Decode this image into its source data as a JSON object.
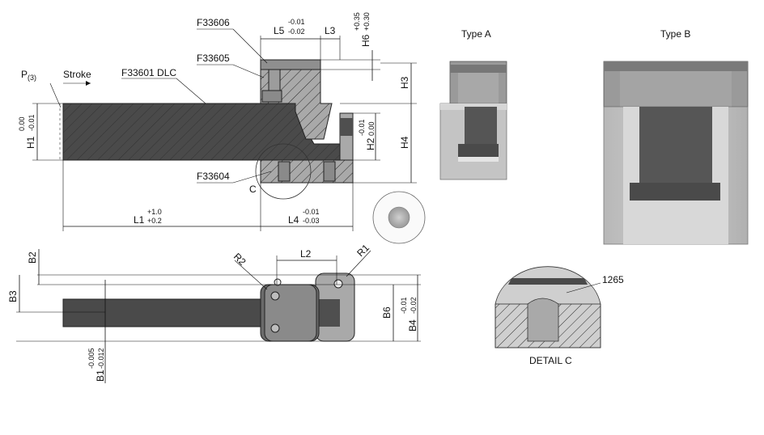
{
  "labels": {
    "part_f33606": "F33606",
    "part_f33605": "F33605",
    "part_f33601": "F33601 DLC",
    "part_f33604": "F33604",
    "p3_main": "P",
    "p3_sub": "(3)",
    "stroke": "Stroke",
    "detail_marker": "C",
    "type_a": "Type A",
    "type_b": "Type B",
    "detail_c": "DETAIL C",
    "part_1265": "1265"
  },
  "dims": {
    "l5": "L5",
    "l5_up": "-0.01",
    "l5_lo": "-0.02",
    "l3": "L3",
    "h6": "H6",
    "h6_up": "+0.35",
    "h6_lo": "+0.30",
    "h3": "H3",
    "h4": "H4",
    "h2": "H2",
    "h2_up": "-0.01",
    "h2_lo": "0.00",
    "h1": "H1",
    "h1_up": "0.00",
    "h1_lo": "-0.01",
    "l1": "L1",
    "l1_up": "+1.0",
    "l1_lo": "+0.2",
    "l4": "L4",
    "l4_up": "-0.01",
    "l4_lo": "-0.03",
    "b2": "B2",
    "b3": "B3",
    "l2": "L2",
    "r1": "R1",
    "r2": "R2",
    "b6": "B6",
    "b4": "B4",
    "b4_up": "-0.01",
    "b4_lo": "-0.02",
    "b1": "B1",
    "b1_up": "-0.005",
    "b1_lo": "-0.012"
  },
  "colors": {
    "slider_dark": "#4a4a4a",
    "body_grey": "#a8a8a8",
    "render_light": "#c4c4c4",
    "render_dark": "#555555"
  }
}
